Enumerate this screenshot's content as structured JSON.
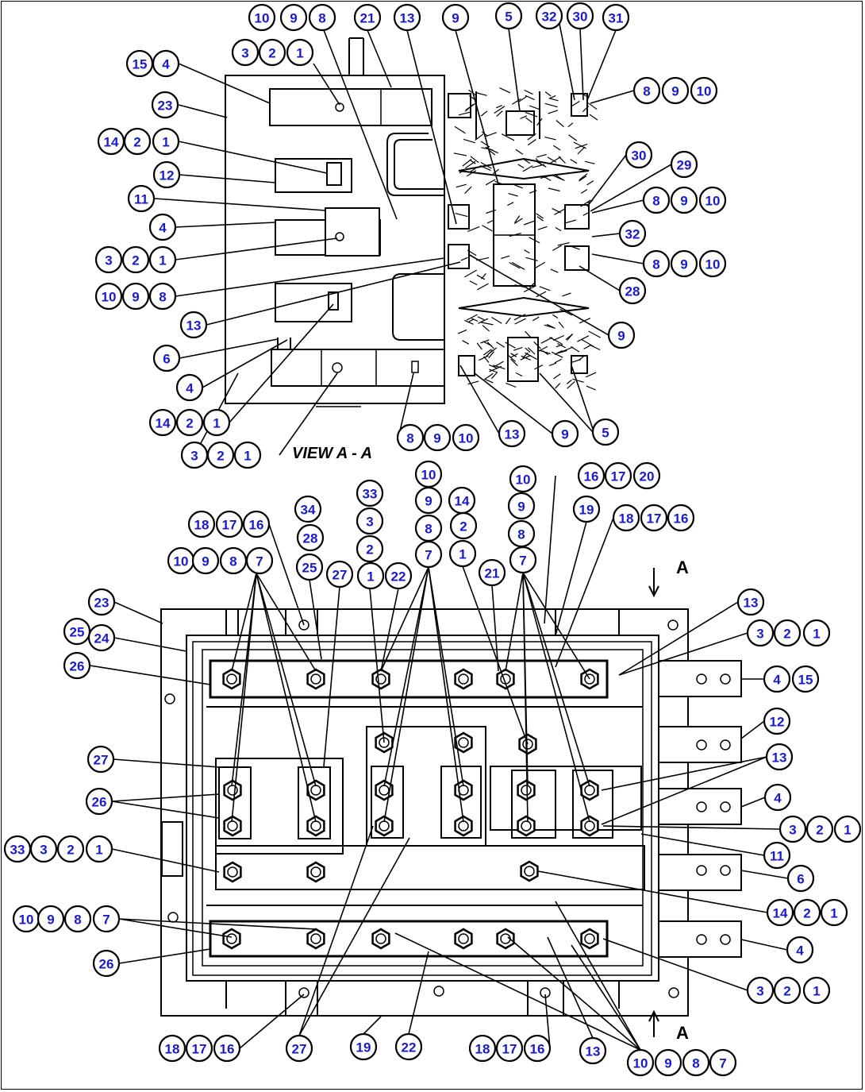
{
  "view_label": "VIEW A - A",
  "section_marker": "A",
  "callouts": [
    [
      "10",
      330,
      22
    ],
    [
      "9",
      370,
      22
    ],
    [
      "8",
      406,
      22
    ],
    [
      "21",
      463,
      22
    ],
    [
      "13",
      513,
      22
    ],
    [
      "9",
      574,
      22
    ],
    [
      "5",
      641,
      20
    ],
    [
      "32",
      692,
      20
    ],
    [
      "30",
      731,
      20
    ],
    [
      "31",
      776,
      22
    ],
    [
      "3",
      309,
      66
    ],
    [
      "2",
      343,
      66
    ],
    [
      "1",
      378,
      66
    ],
    [
      "15",
      176,
      80
    ],
    [
      "4",
      209,
      80
    ],
    [
      "23",
      208,
      132
    ],
    [
      "8",
      815,
      114
    ],
    [
      "9",
      851,
      114
    ],
    [
      "10",
      887,
      114
    ],
    [
      "14",
      140,
      178
    ],
    [
      "2",
      173,
      178
    ],
    [
      "1",
      209,
      178
    ],
    [
      "12",
      210,
      220
    ],
    [
      "11",
      178,
      250
    ],
    [
      "4",
      205,
      286
    ],
    [
      "30",
      805,
      195
    ],
    [
      "29",
      862,
      207
    ],
    [
      "8",
      827,
      252
    ],
    [
      "9",
      862,
      252
    ],
    [
      "10",
      898,
      252
    ],
    [
      "32",
      797,
      294
    ],
    [
      "3",
      137,
      327
    ],
    [
      "2",
      171,
      327
    ],
    [
      "1",
      205,
      327
    ],
    [
      "8",
      827,
      332
    ],
    [
      "9",
      862,
      332
    ],
    [
      "10",
      898,
      332
    ],
    [
      "28",
      797,
      366
    ],
    [
      "10",
      137,
      373
    ],
    [
      "9",
      171,
      373
    ],
    [
      "8",
      205,
      373
    ],
    [
      "13",
      244,
      409
    ],
    [
      "9",
      783,
      422
    ],
    [
      "6",
      210,
      451
    ],
    [
      "4",
      239,
      488
    ],
    [
      "14",
      205,
      532
    ],
    [
      "2",
      239,
      532
    ],
    [
      "1",
      273,
      532
    ],
    [
      "8",
      517,
      551
    ],
    [
      "9",
      551,
      551
    ],
    [
      "10",
      587,
      551
    ],
    [
      "13",
      645,
      546
    ],
    [
      "9",
      712,
      546
    ],
    [
      "5",
      763,
      544
    ],
    [
      "3",
      245,
      573
    ],
    [
      "2",
      278,
      573
    ],
    [
      "1",
      312,
      573
    ],
    [
      "10",
      540,
      597
    ],
    [
      "10",
      659,
      603
    ],
    [
      "16",
      745,
      599
    ],
    [
      "17",
      779,
      599
    ],
    [
      "20",
      815,
      599
    ],
    [
      "33",
      466,
      621
    ],
    [
      "9",
      540,
      630
    ],
    [
      "14",
      582,
      630
    ],
    [
      "9",
      657,
      637
    ],
    [
      "19",
      739,
      641
    ],
    [
      "18",
      254,
      660
    ],
    [
      "17",
      289,
      660
    ],
    [
      "16",
      323,
      660
    ],
    [
      "3",
      466,
      656
    ],
    [
      "2",
      584,
      662
    ],
    [
      "8",
      540,
      665
    ],
    [
      "8",
      657,
      672
    ],
    [
      "18",
      789,
      652
    ],
    [
      "17",
      824,
      652
    ],
    [
      "16",
      858,
      652
    ],
    [
      "34",
      388,
      641
    ],
    [
      "28",
      391,
      677
    ],
    [
      "2",
      466,
      691
    ],
    [
      "1",
      583,
      697
    ],
    [
      "10",
      228,
      706
    ],
    [
      "9",
      259,
      706
    ],
    [
      "8",
      294,
      706
    ],
    [
      "7",
      327,
      706
    ],
    [
      "25",
      390,
      714
    ],
    [
      "27",
      428,
      723
    ],
    [
      "1",
      467,
      725
    ],
    [
      "22",
      502,
      725
    ],
    [
      "7",
      540,
      698
    ],
    [
      "21",
      620,
      721
    ],
    [
      "7",
      659,
      705
    ],
    [
      "23",
      128,
      758
    ],
    [
      "25",
      97,
      795
    ],
    [
      "24",
      128,
      803
    ],
    [
      "26",
      97,
      838
    ],
    [
      "13",
      946,
      758
    ],
    [
      "3",
      958,
      797
    ],
    [
      "2",
      992,
      797
    ],
    [
      "1",
      1029,
      797
    ],
    [
      "4",
      979,
      855
    ],
    [
      "15",
      1015,
      855
    ],
    [
      "12",
      979,
      908
    ],
    [
      "27",
      127,
      956
    ],
    [
      "13",
      982,
      953
    ],
    [
      "26",
      125,
      1009
    ],
    [
      "4",
      980,
      1004
    ],
    [
      "33",
      22,
      1069
    ],
    [
      "3",
      55,
      1069
    ],
    [
      "2",
      89,
      1069
    ],
    [
      "1",
      125,
      1069
    ],
    [
      "3",
      999,
      1044
    ],
    [
      "2",
      1033,
      1044
    ],
    [
      "1",
      1068,
      1044
    ],
    [
      "11",
      979,
      1077
    ],
    [
      "6",
      1009,
      1106
    ],
    [
      "14",
      983,
      1149
    ],
    [
      "2",
      1017,
      1149
    ],
    [
      "1",
      1051,
      1149
    ],
    [
      "10",
      33,
      1157
    ],
    [
      "9",
      64,
      1157
    ],
    [
      "8",
      98,
      1157
    ],
    [
      "7",
      134,
      1157
    ],
    [
      "4",
      1008,
      1196
    ],
    [
      "26",
      134,
      1213
    ],
    [
      "3",
      958,
      1247
    ],
    [
      "2",
      992,
      1247
    ],
    [
      "1",
      1029,
      1247
    ],
    [
      "18",
      217,
      1320
    ],
    [
      "17",
      251,
      1320
    ],
    [
      "16",
      286,
      1320
    ],
    [
      "27",
      377,
      1320
    ],
    [
      "19",
      458,
      1318
    ],
    [
      "22",
      515,
      1318
    ],
    [
      "18",
      608,
      1320
    ],
    [
      "17",
      642,
      1320
    ],
    [
      "16",
      677,
      1320
    ],
    [
      "13",
      747,
      1323
    ],
    [
      "10",
      807,
      1338
    ],
    [
      "9",
      842,
      1338
    ],
    [
      "8",
      877,
      1338
    ],
    [
      "7",
      911,
      1338
    ]
  ]
}
